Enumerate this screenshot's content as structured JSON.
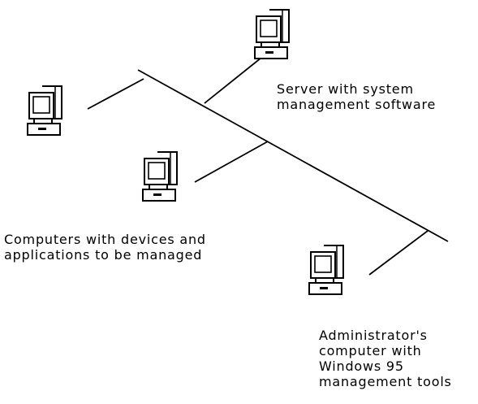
{
  "diagram": {
    "captions": {
      "server": [
        "Server with system",
        "management software"
      ],
      "managed_computers": [
        "Computers with devices and",
        "applications to be managed"
      ],
      "administrator": [
        "Administrator's",
        "computer with",
        "Windows 95",
        "management tools"
      ]
    },
    "colors": {
      "line": "#000000",
      "background": "#ffffff",
      "text": "#000000"
    },
    "icons": [
      "computer-icon"
    ]
  }
}
